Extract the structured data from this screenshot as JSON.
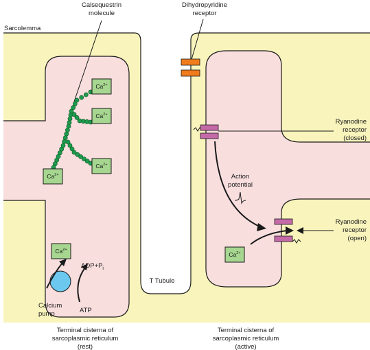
{
  "labels": {
    "sarcolemma": "Sarcolemma",
    "calsequestrin_1": "Calsequestrin",
    "calsequestrin_2": "molecule",
    "dihydropyridine_1": "Dihydropyridine",
    "dihydropyridine_2": "receptor",
    "ryr_closed_1": "Ryanodine",
    "ryr_closed_2": "receptor",
    "ryr_closed_3": "(closed)",
    "ryr_open_1": "Ryanodine",
    "ryr_open_2": "receptor",
    "ryr_open_3": "(open)",
    "action_potential_1": "Action",
    "action_potential_2": "potential",
    "adp": "ADP+P",
    "adp_sub": "i",
    "atp": "ATP",
    "calcium_pump_1": "Calcium",
    "calcium_pump_2": "pump",
    "t_tubule": "T Tubule",
    "cistern_rest_1": "Terminal cisterna of",
    "cistern_rest_2": "sarcoplasmic reticulum",
    "cistern_rest_3": "(rest)",
    "cistern_active_1": "Terminal cisterna of",
    "cistern_active_2": "sarcoplasmic reticulum",
    "cistern_active_3": "(active)"
  },
  "ions": {
    "base": "Ca",
    "charge": "2+"
  },
  "colors": {
    "cytoplasm": "#f8f4bc",
    "cisterna": "#f9dede",
    "ca_box": "#a6d690",
    "calsequestrin_bead": "#1e9b4c",
    "dhp_receptor": "#f07c1e",
    "ryanodine_receptor": "#c46aa8",
    "calcium_pump": "#6cc8ee",
    "outline": "#1a1a1a"
  }
}
